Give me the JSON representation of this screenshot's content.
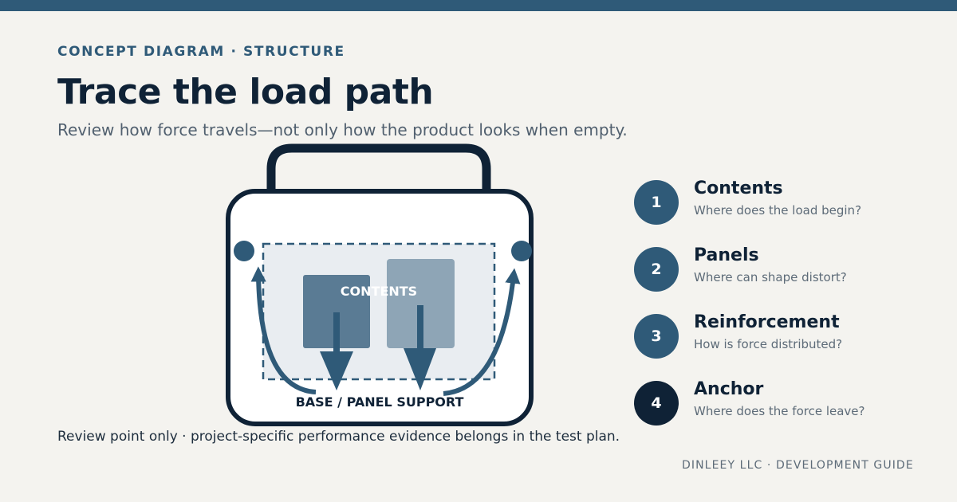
{
  "header": {
    "eyebrow": "CONCEPT DIAGRAM · STRUCTURE",
    "title": "Trace the load path",
    "subtitle": "Review how force travels—not only how the product looks when empty."
  },
  "diagram": {
    "contents_label": "CONTENTS",
    "base_label": "BASE / PANEL SUPPORT"
  },
  "steps": [
    {
      "number": "1",
      "label": "Contents",
      "desc": "Where does the load begin?"
    },
    {
      "number": "2",
      "label": "Panels",
      "desc": "Where can shape distort?"
    },
    {
      "number": "3",
      "label": "Reinforcement",
      "desc": "How is force distributed?"
    },
    {
      "number": "4",
      "label": "Anchor",
      "desc": "Where does the force leave?"
    }
  ],
  "note": "Review point only · project-specific performance evidence belongs in the test plan.",
  "footer": "DINLEEY LLC · DEVELOPMENT GUIDE",
  "colors": {
    "background": "#f4f3ef",
    "accent": "#2f5a78",
    "dark": "#0f2236"
  }
}
